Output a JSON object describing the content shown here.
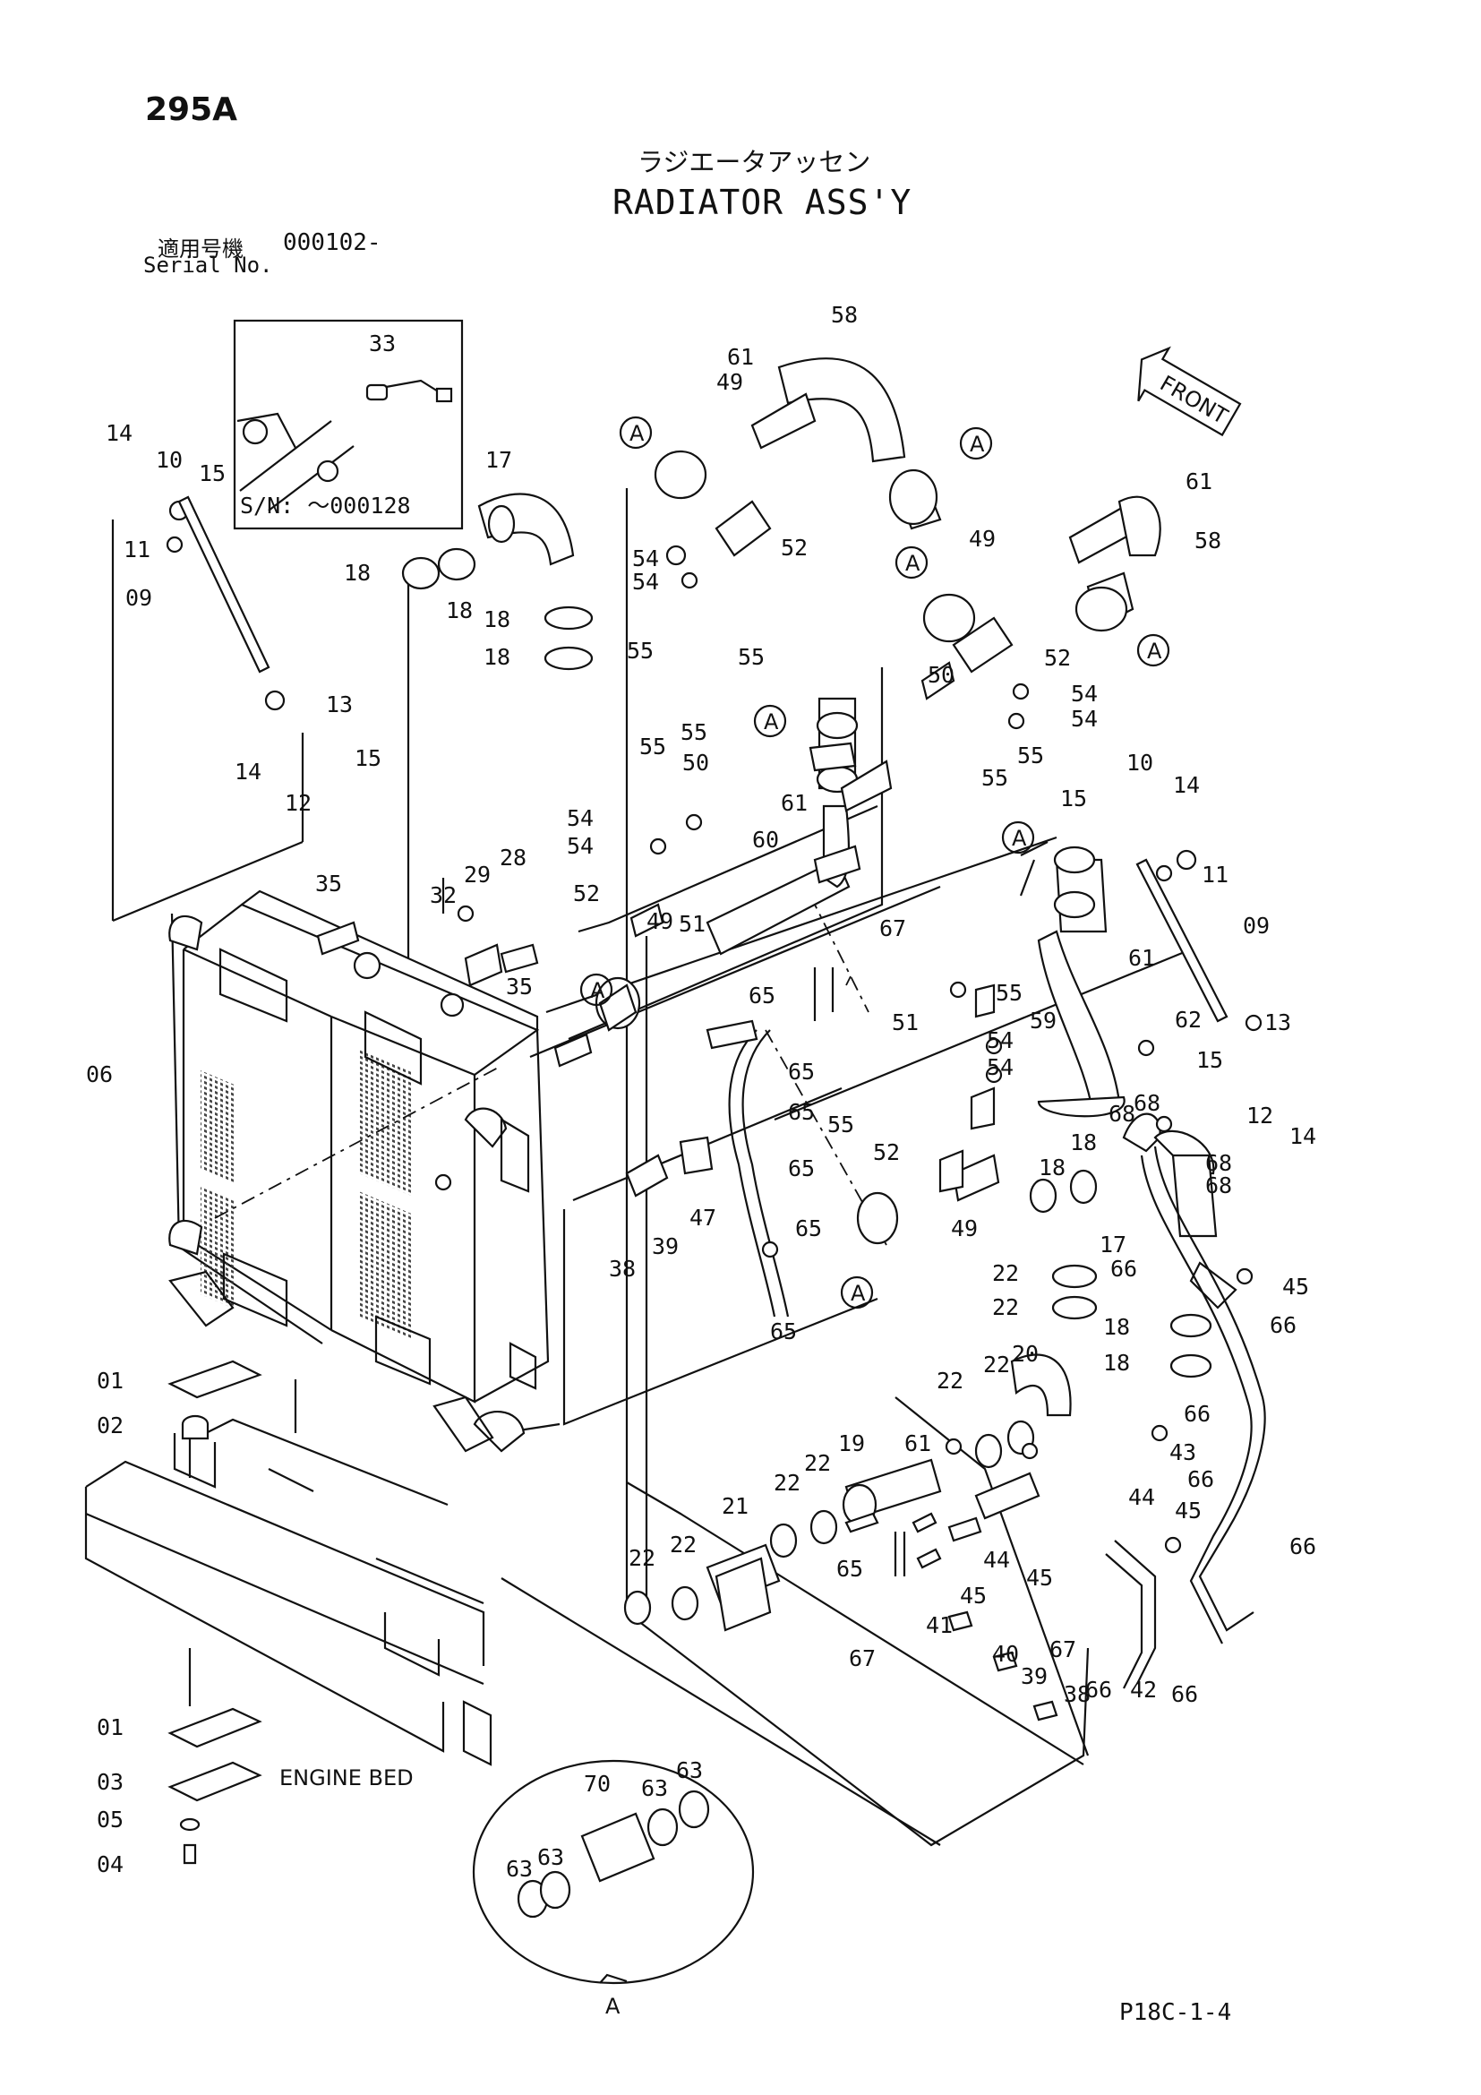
{
  "page_number": "295A",
  "title_jp": "ラジエータアッセン",
  "title_en": "RADIATOR ASS'Y",
  "serial": {
    "label_jp": "適用号機",
    "number": "000102-",
    "label_en": "Serial No."
  },
  "inset_serial": "S/N: ～000128",
  "engine_bed_label": "ENGINE BED",
  "front_label": "FRONT",
  "detail_a_label": "A",
  "footer_code": "P18C-1-4",
  "callouts": [
    "01",
    "02",
    "03",
    "04",
    "05",
    "06",
    "09",
    "10",
    "11",
    "12",
    "13",
    "14",
    "15",
    "17",
    "18",
    "19",
    "20",
    "21",
    "22",
    "28",
    "29",
    "32",
    "33",
    "35",
    "38",
    "39",
    "40",
    "41",
    "42",
    "43",
    "44",
    "45",
    "47",
    "49",
    "50",
    "51",
    "52",
    "54",
    "55",
    "58",
    "59",
    "60",
    "61",
    "62",
    "63",
    "65",
    "66",
    "67",
    "68",
    "70"
  ]
}
